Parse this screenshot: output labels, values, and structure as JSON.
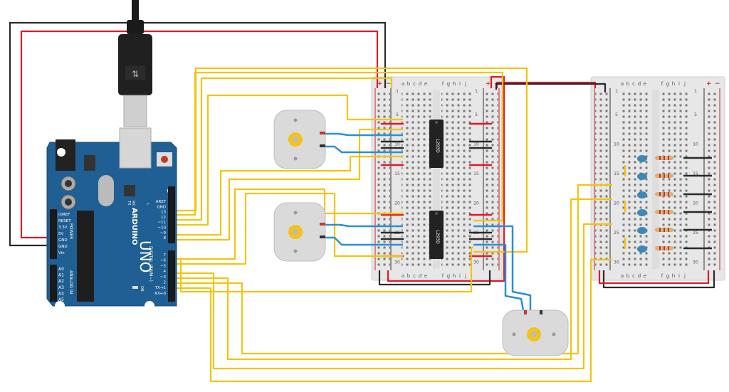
{
  "colors": {
    "background": "#ffffff",
    "wire_yellow": "#f2c40e",
    "wire_red": "#e0192a",
    "wire_black": "#2a2a2a",
    "wire_blue": "#2b8fd1",
    "arduino_blue": "#1f5f93",
    "breadboard": "#e9e9e9",
    "motor_body": "#dcdcdc",
    "chip": "#222222",
    "led": "#3e88b8"
  },
  "arduino": {
    "brand": "ARDUINO",
    "model": "UNO",
    "power_label": "POWER",
    "analog_label": "ANALOG IN",
    "digital_label": "DIGITAL (PWM~)",
    "on_label": "ON",
    "tx_label": "TX",
    "rx_label": "RX",
    "l_label": "L",
    "power_pins": [
      "IOREF",
      "RESET",
      "3.3V",
      "5V",
      "GND",
      "GND",
      "Vin"
    ],
    "analog_pins": [
      "A0",
      "A1",
      "A2",
      "A3",
      "A4",
      "A5"
    ],
    "digital_top": [
      "AREF",
      "GND",
      "13",
      "12",
      "~11",
      "~10",
      "~9",
      "8"
    ],
    "digital_bottom": [
      "7",
      "~6",
      "~5",
      "4",
      "~3",
      "2",
      "TX→1",
      "RX←0"
    ]
  },
  "breadboard1": {
    "cols_left": [
      "a",
      "b",
      "c",
      "d",
      "e"
    ],
    "cols_right": [
      "f",
      "g",
      "h",
      "i",
      "j"
    ],
    "row_numbers": [
      "1",
      "5",
      "10",
      "15",
      "20",
      "25",
      "30"
    ],
    "plus": "+",
    "minus": "−",
    "chip_top_label": "L293D",
    "chip_bottom_label": "L293D"
  },
  "breadboard2": {
    "cols_left": [
      "a",
      "b",
      "c",
      "d",
      "e"
    ],
    "cols_right": [
      "f",
      "g",
      "h",
      "i",
      "j"
    ],
    "row_numbers": [
      "1",
      "5",
      "10",
      "15",
      "20",
      "25",
      "30"
    ],
    "plus": "+",
    "minus": "−"
  }
}
